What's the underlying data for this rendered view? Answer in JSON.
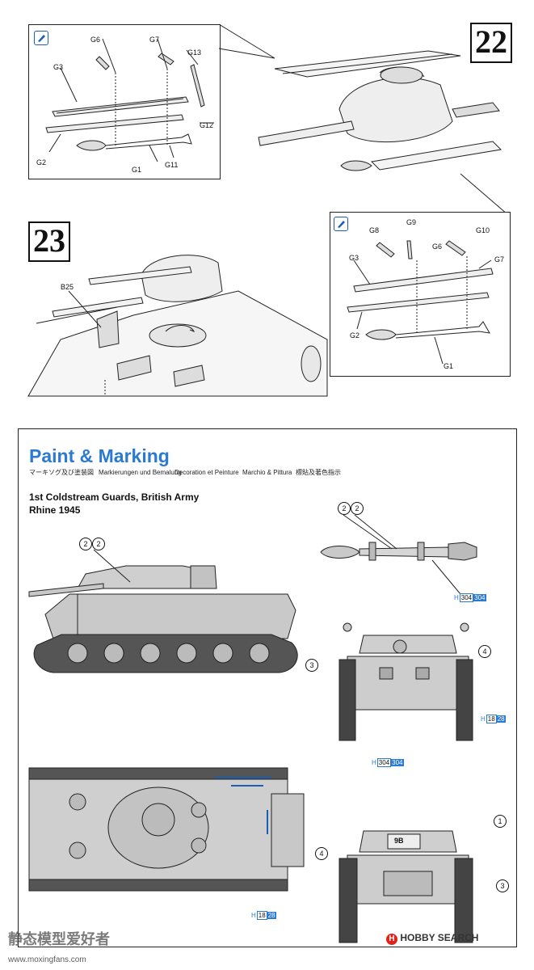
{
  "step22": {
    "number": "22",
    "parts_left": [
      "G6",
      "G7",
      "G13",
      "G3",
      "G12",
      "G2",
      "G11",
      "G1"
    ],
    "parts_right": [
      "G9",
      "G8",
      "G10",
      "G6",
      "G3",
      "G7",
      "G2",
      "G1"
    ]
  },
  "step23": {
    "number": "23",
    "parts": [
      "B25"
    ]
  },
  "paint": {
    "title": "Paint & Marking",
    "subtitles": [
      "マーキソグ及び塗装図",
      "Markierungen und Bemalung",
      "Decoration et Peinture",
      "Marchio & Pittura",
      "標貼及著色指示"
    ],
    "unit_line1": "1st Coldstream Guards, British Army",
    "unit_line2": "Rhine 1945",
    "callouts": {
      "c22_top": "2",
      "c22_top_b": "2",
      "c22_side": "2",
      "c22_side_b": "2",
      "c3_front": "3",
      "c4_front": "4",
      "c1_rear": "1",
      "c4_rear": "4",
      "c3_rear": "3"
    },
    "codes": {
      "h": "H",
      "top_304a": "304",
      "top_304b": "304",
      "front_18": "18",
      "front_28": "28",
      "plan_304a": "304",
      "plan_304b": "304",
      "plan_18": "18",
      "plan_28": "28"
    },
    "plate": "9B"
  },
  "footer": {
    "hobby_mark": "H",
    "hobby_brand": "HOBBY SEARCH",
    "watermark_cn": "静态模型爱好者",
    "watermark_url": "www.moxingfans.com"
  }
}
